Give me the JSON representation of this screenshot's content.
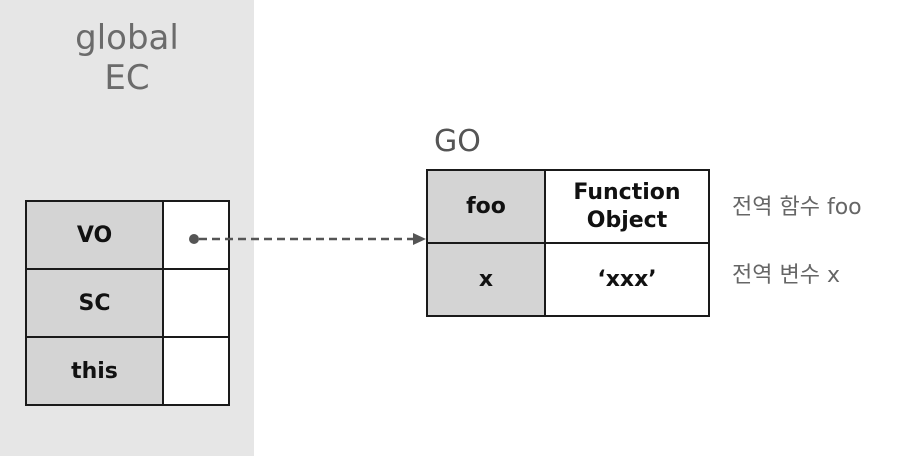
{
  "global_ec": {
    "title_line1": "global",
    "title_line2": "EC",
    "rows": [
      {
        "key": "VO",
        "value": ""
      },
      {
        "key": "SC",
        "value": ""
      },
      {
        "key": "this",
        "value": ""
      }
    ]
  },
  "go": {
    "title": "GO",
    "rows": [
      {
        "key": "foo",
        "value_line1": "Function",
        "value_line2": "Object",
        "note": "전역 함수 foo"
      },
      {
        "key": "x",
        "value": "‘xxx’",
        "note": "전역 변수 x"
      }
    ]
  },
  "colors": {
    "panel_bg": "#e6e6e6",
    "key_cell_bg": "#d4d4d4",
    "border": "#1a1a1a",
    "arrow": "#555555"
  }
}
